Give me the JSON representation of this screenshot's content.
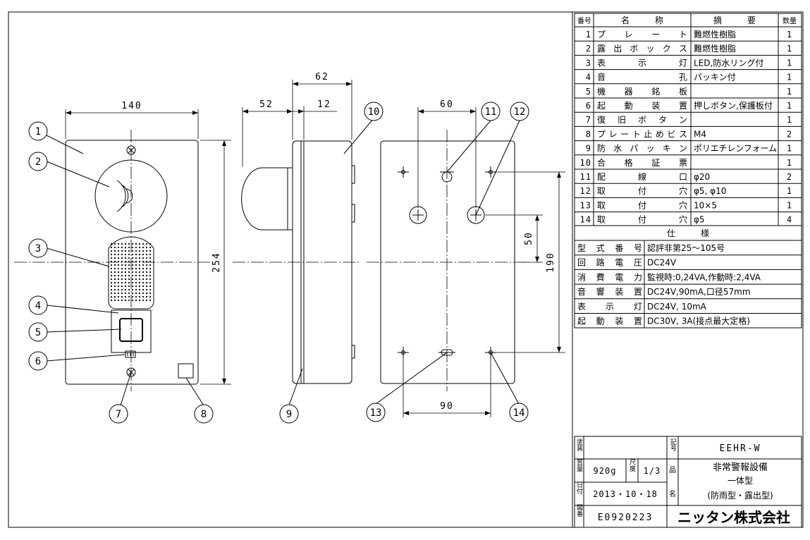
{
  "dimensions": {
    "width_140": "140",
    "height_254": "254",
    "depth_62": "62",
    "proj_52": "52",
    "plate_12": "12",
    "hole_60": "60",
    "hole_50": "50",
    "hole_190": "190",
    "hole_90": "90"
  },
  "balloons": [
    "1",
    "2",
    "3",
    "4",
    "5",
    "6",
    "7",
    "8",
    "9",
    "10",
    "11",
    "12",
    "13",
    "14"
  ],
  "parts_table": {
    "headers": [
      "番号",
      "名　　　称",
      "摘　　　要",
      "数量"
    ],
    "rows": [
      {
        "no": "1",
        "name": "プ　レ　ー　ト",
        "spec": "難燃性樹脂",
        "qty": "1"
      },
      {
        "no": "2",
        "name": "露 出 ボ ッ ク ス",
        "spec": "難燃性樹脂",
        "qty": "1"
      },
      {
        "no": "3",
        "name": "表　　示　　灯",
        "spec": "LED,防水リング付",
        "qty": "1"
      },
      {
        "no": "4",
        "name": "音　　　　　孔",
        "spec": "パッキン付",
        "qty": "1"
      },
      {
        "no": "5",
        "name": "機　器　銘　板",
        "spec": "",
        "qty": "1"
      },
      {
        "no": "6",
        "name": "起　動　装　置",
        "spec": "押しボタン,保護板付",
        "qty": "1"
      },
      {
        "no": "7",
        "name": "復　旧　ボ　タ　ン",
        "spec": "",
        "qty": "1"
      },
      {
        "no": "8",
        "name": "プレート止めビス",
        "spec": "M4",
        "qty": "2"
      },
      {
        "no": "9",
        "name": "防 水 パ ッ キ ン",
        "spec": "ポリエチレンフォーム",
        "qty": "1"
      },
      {
        "no": "10",
        "name": "合　格　証　票",
        "spec": "",
        "qty": "1"
      },
      {
        "no": "11",
        "name": "配　　線　　口",
        "spec": "φ20",
        "qty": "2"
      },
      {
        "no": "12",
        "name": "取　　付　　穴",
        "spec": "φ5, φ10",
        "qty": "1"
      },
      {
        "no": "13",
        "name": "取　　付　　穴",
        "spec": "10×5",
        "qty": "1"
      },
      {
        "no": "14",
        "name": "取　　付　　穴",
        "spec": "φ5",
        "qty": "4"
      }
    ]
  },
  "spec_table": {
    "title": "仕　　　様",
    "rows": [
      {
        "label": "型 式 番 号",
        "value": "認評非第25～105号"
      },
      {
        "label": "回 路 電 圧",
        "value": "DC24V"
      },
      {
        "label": "消 費 電 力",
        "value": "監視時:0,24VA,作動時:2,4VA"
      },
      {
        "label": "音 響 装 置",
        "value": "DC24V,90mA,口径57mm"
      },
      {
        "label": "表　示　灯",
        "value": "DC24V, 10mA"
      },
      {
        "label": "起 動 装 置",
        "value": "DC30V, 3A(接点最大定格)"
      }
    ]
  },
  "title_block": {
    "paint_label": "塗装",
    "code_label": "記号",
    "code": "EEHR-W",
    "mass_label": "質量",
    "mass": "920g",
    "scale_label": "尺度",
    "scale": "1/3",
    "name_label_1": "品",
    "name_label_2": "名",
    "name_line1": "非常警報設備",
    "name_line2": "一体型",
    "name_line3": "(防雨型・露出型)",
    "date_label": "日付",
    "date": "2013・10・18",
    "drawing_label": "図番",
    "drawing_no": "E0920223",
    "company": "ニッタン株式会社"
  }
}
